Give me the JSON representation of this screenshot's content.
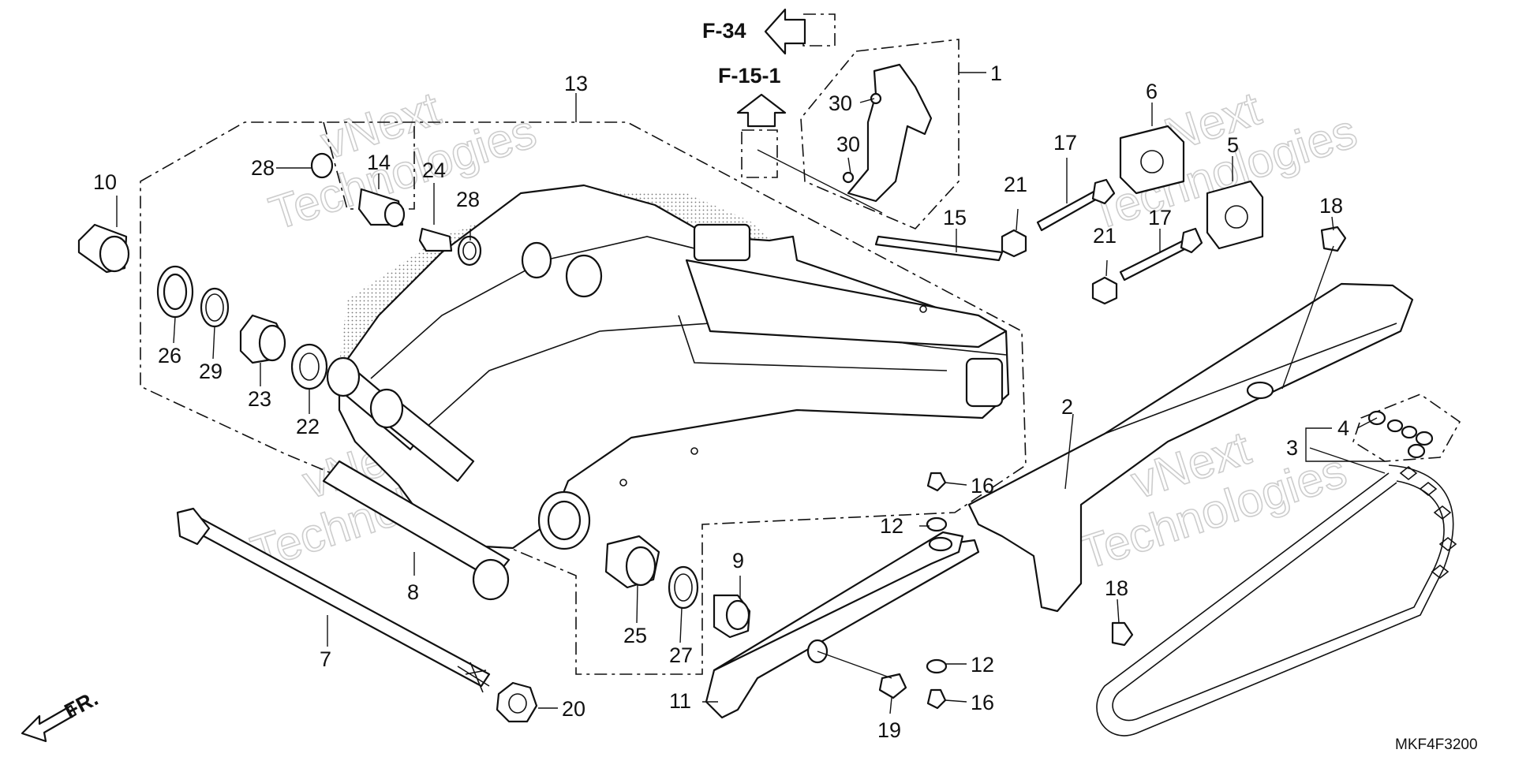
{
  "diagram": {
    "part_code": "MKF4F3200",
    "watermarks": [
      {
        "line1": "vNext",
        "line2": "Technologies"
      },
      {
        "line1": "vNext",
        "line2": "Technologies"
      },
      {
        "line1": "vNext",
        "line2": "Technologies"
      },
      {
        "line1": "vNext",
        "line2": "Technologies"
      }
    ],
    "references": {
      "f34": "F-34",
      "f151": "F-15-1",
      "front": "FR."
    },
    "callouts": {
      "c1": "1",
      "c2": "2",
      "c3": "3",
      "c4": "4",
      "c5": "5",
      "c6": "6",
      "c7": "7",
      "c8": "8",
      "c9": "9",
      "c10": "10",
      "c11": "11",
      "c12a": "12",
      "c12b": "12",
      "c13": "13",
      "c14": "14",
      "c15": "15",
      "c16a": "16",
      "c16b": "16",
      "c17a": "17",
      "c17b": "17",
      "c18a": "18",
      "c18b": "18",
      "c19": "19",
      "c20": "20",
      "c21a": "21",
      "c21b": "21",
      "c22": "22",
      "c23": "23",
      "c24": "24",
      "c25": "25",
      "c26": "26",
      "c27": "27",
      "c28a": "28",
      "c28b": "28",
      "c29": "29",
      "c30a": "30",
      "c30b": "30"
    }
  }
}
